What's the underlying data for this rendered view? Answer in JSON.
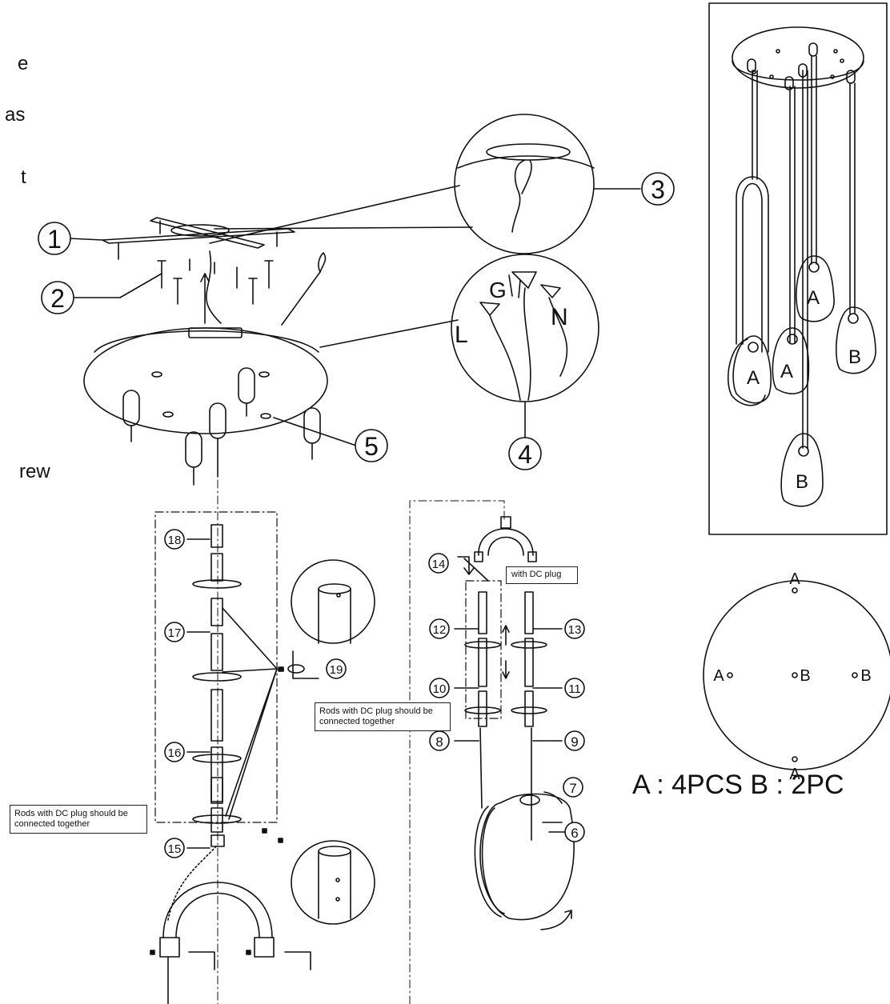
{
  "left_text_fragments": [
    "e",
    "as",
    "t",
    "rew"
  ],
  "steps": {
    "s1": "1",
    "s2": "2",
    "s3": "3",
    "s4": "4",
    "s5": "5",
    "s6": "6",
    "s7": "7",
    "s8": "8",
    "s9": "9",
    "s10": "10",
    "s11": "11",
    "s12": "12",
    "s13": "13",
    "s14": "14",
    "s15": "15",
    "s16": "16",
    "s17": "17",
    "s18": "18",
    "s19": "19"
  },
  "wires": {
    "ground": "G",
    "line": "L",
    "neutral": "N"
  },
  "callouts": {
    "dc_plug_right": "Rods with DC plug should be connected together",
    "dc_plug_left": "Rods with DC plug should be connected together",
    "with_dc_plug": "with DC plug"
  },
  "pendant_labels": [
    "A",
    "A",
    "A",
    "B",
    "B"
  ],
  "layout_labels": {
    "top": "A",
    "bottom": "A",
    "left": "A",
    "center": "B",
    "right": "B"
  },
  "quantity_text": "A : 4PCS  B : 2PC"
}
